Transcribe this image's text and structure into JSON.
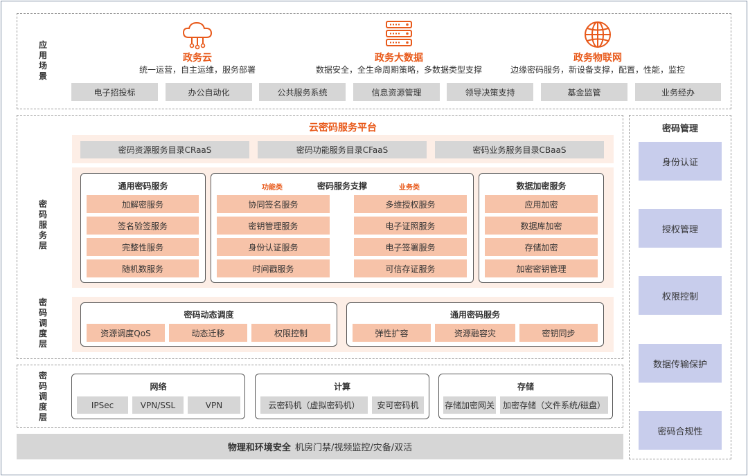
{
  "layers": {
    "application": "应用场景",
    "service": "密码服务层",
    "scheduling": "密码调度层",
    "base": "密码调度层"
  },
  "scenarios": [
    {
      "title": "政务云",
      "desc": "统一运营，自主运维，服务部署",
      "icon": "cloud-network-icon"
    },
    {
      "title": "政务大数据",
      "desc": "数据安全，全生命周期策略，多数据类型支撑",
      "icon": "server-rack-icon"
    },
    {
      "title": "政务物联网",
      "desc": "边缘密码服务，新设备支撑，配置，性能，监控",
      "icon": "globe-icon"
    }
  ],
  "app_buttons": [
    "电子招投标",
    "办公自动化",
    "公共服务系统",
    "信息资源管理",
    "领导决策支持",
    "基金监管",
    "业务经办"
  ],
  "platform": {
    "title": "云密码服务平台",
    "catalogs": [
      "密码资源服务目录CRaaS",
      "密码功能服务目录CFaaS",
      "密码业务服务目录CBaaS"
    ]
  },
  "general_crypto": {
    "title": "通用密码服务",
    "items": [
      "加解密服务",
      "签名验签服务",
      "完整性服务",
      "随机数服务"
    ]
  },
  "crypto_support": {
    "title": "密码服务支撑",
    "tag_left": "功能类",
    "tag_right": "业务类",
    "left_items": [
      "协同签名服务",
      "密钥管理服务",
      "身份认证服务",
      "时间戳服务"
    ],
    "right_items": [
      "多维授权服务",
      "电子证照服务",
      "电子签署服务",
      "可信存证服务"
    ]
  },
  "data_encrypt": {
    "title": "数据加密服务",
    "items": [
      "应用加密",
      "数据库加密",
      "存储加密",
      "加密密钥管理"
    ]
  },
  "dynamic_sched": {
    "title": "密码动态调度",
    "items": [
      "资源调度QoS",
      "动态迁移",
      "权限控制"
    ]
  },
  "general_crypto2": {
    "title": "通用密码服务",
    "items": [
      "弹性扩容",
      "资源融容灾",
      "密钥同步"
    ]
  },
  "network": {
    "title": "网络",
    "items": [
      "IPSec",
      "VPN/SSL",
      "VPN"
    ]
  },
  "compute": {
    "title": "计算",
    "items": [
      "云密码机（虚拟密码机）",
      "安可密码机"
    ]
  },
  "storage": {
    "title": "存储",
    "items": [
      "存储加密网关",
      "加密存储（文件系统/磁盘）"
    ]
  },
  "physical": {
    "bold": "物理和环境安全",
    "rest": "机房门禁/视频监控/灾备/双活"
  },
  "management": {
    "title": "密码管理",
    "items": [
      "身份认证",
      "授权管理",
      "权限控制",
      "数据传输保护",
      "密码合规性"
    ]
  },
  "colors": {
    "accent": "#e8591a",
    "salmon": "#f7c3a9",
    "peach": "#fdeee6",
    "gray": "#d6d6d6",
    "purple": "#c8cdec"
  }
}
